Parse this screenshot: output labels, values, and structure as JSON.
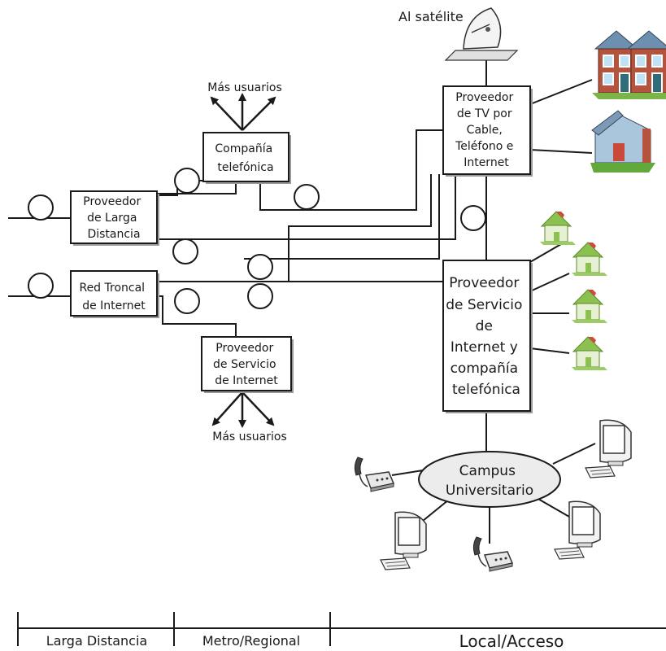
{
  "labels": {
    "satellite": "Al satélite",
    "more_users_top": "Más usuarios",
    "more_users_bottom": "Más usuarios"
  },
  "nodes": {
    "phone_company": [
      "Compañía",
      "telefónica"
    ],
    "long_distance": [
      "Proveedor",
      "de Larga",
      "Distancia"
    ],
    "backbone": [
      "Red Troncal",
      "de Internet"
    ],
    "isp_small": [
      "Proveedor",
      "de Servicio",
      "de Internet"
    ],
    "cable_provider": [
      "Proveedor",
      "de TV por",
      "Cable,",
      "Teléfono e",
      "Internet"
    ],
    "isp_phone": [
      "Proveedor",
      "de Servicio",
      "de",
      "Internet y",
      "compañía",
      "telefónica"
    ],
    "campus": [
      "Campus",
      "Universitario"
    ]
  },
  "scale": {
    "long_distance": "Larga Distancia",
    "metro": "Metro/Regional",
    "local": "Local/Acceso"
  },
  "icons": [
    "satellite-dish-icon",
    "townhouse-icon",
    "house-icon",
    "computer-icon",
    "telephone-icon"
  ],
  "colors": {
    "line": "#1a1a1a",
    "box_fill": "#ffffff",
    "box_shadow": "#9a9a9a",
    "campus_fill": "#ececec",
    "house_roof": "#8cc152",
    "house_wall": "#e6f0d2"
  }
}
